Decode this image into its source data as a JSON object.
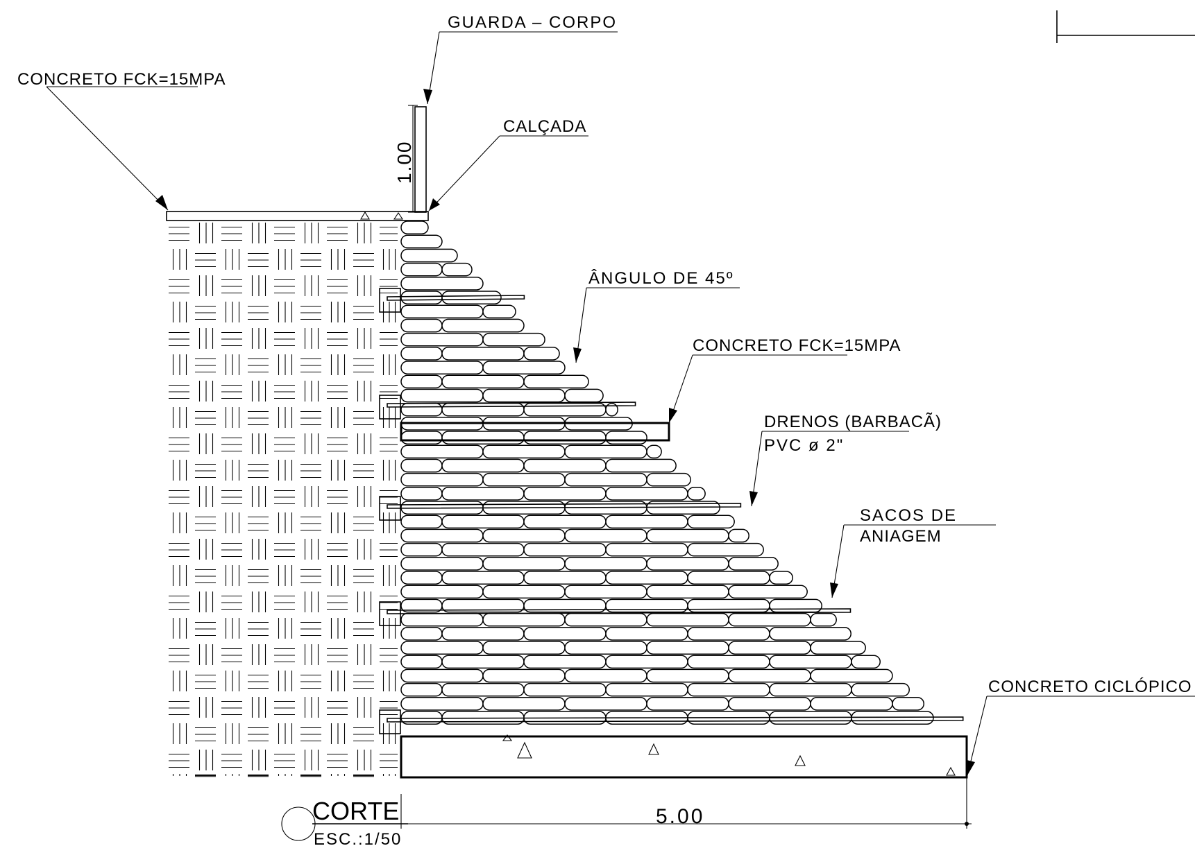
{
  "labels": {
    "guarda_corpo": "GUARDA – CORPO",
    "concreto_top": "CONCRETO FCK=15MPA",
    "calcada": "CALÇADA",
    "altura": "1.00",
    "angulo": "ÂNGULO DE 45º",
    "concreto_mid": "CONCRETO FCK=15MPA",
    "drenos_line1": "DRENOS (BARBACÃ)",
    "drenos_line2": "PVC ø 2\"",
    "sacos_line1": "SACOS DE",
    "sacos_line2": "ANIAGEM",
    "concreto_ciclopico": "CONCRETO CICLÓPICO",
    "corte": "CORTE",
    "escala": "ESC.:1/50",
    "largura": "5.00"
  },
  "colors": {
    "ink": "#000000",
    "paper": "#ffffff"
  }
}
